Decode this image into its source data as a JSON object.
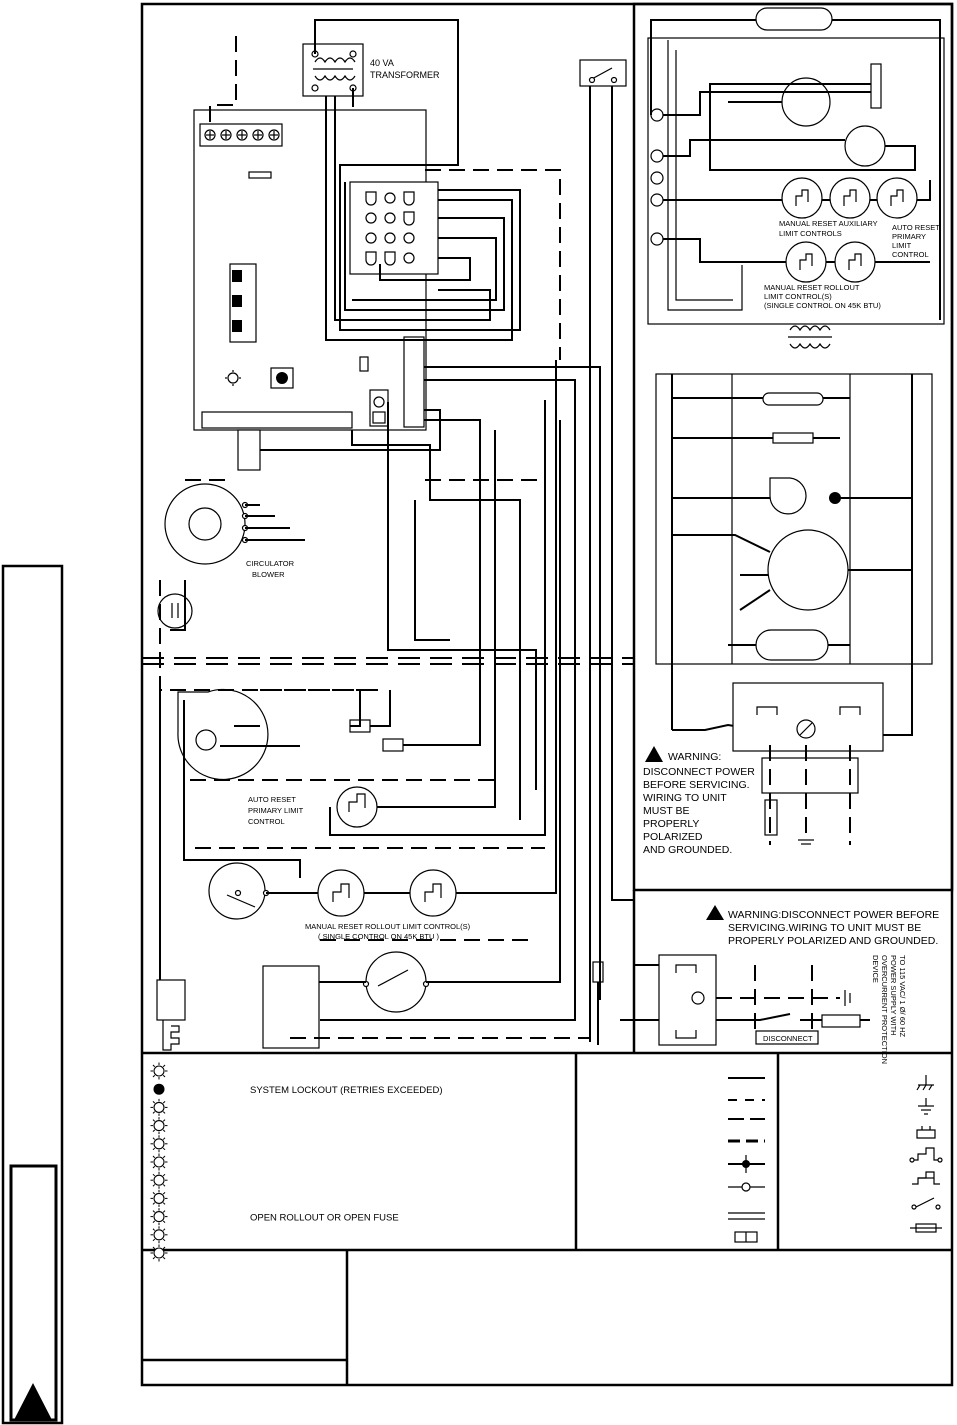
{
  "colors": {
    "ink": "#000000",
    "paper": "#ffffff"
  },
  "labels": {
    "transformer": [
      "40 VA",
      "TRANSFORMER"
    ],
    "circulator_blower": [
      "CIRCULATOR",
      "BLOWER"
    ],
    "auto_reset_primary_limit": [
      "AUTO RESET",
      "PRIMARY LIMIT",
      "CONTROL"
    ],
    "manual_reset_rollout": [
      "MANUAL RESET ROLLOUT LIMIT CONTROL(S)",
      "( SINGLE CONTROL ON 45K BTU )"
    ],
    "ladder_manual_reset_aux": [
      "MANUAL RESET AUXILIARY",
      "LIMIT CONTROLS"
    ],
    "ladder_auto_reset_primary": [
      "AUTO RESET",
      "PRIMARY",
      "LIMIT",
      "CONTROL"
    ],
    "ladder_manual_reset_rollout": [
      "MANUAL RESET ROLLOUT",
      "LIMIT CONTROL(S)",
      "(SINGLE CONTROL ON 45K BTU)"
    ],
    "warning_ladder": [
      "WARNING:",
      "DISCONNECT POWER",
      "BEFORE SERVICING.",
      "WIRING TO UNIT",
      "MUST BE",
      "PROPERLY",
      "POLARIZED",
      "AND GROUNDED."
    ],
    "warning_power": [
      "WARNING:DISCONNECT POWER BEFORE",
      "SERVICING.WIRING TO UNIT MUST BE",
      "PROPERLY POLARIZED AND GROUNDED."
    ],
    "power_supply": [
      "TO 115 VAC/ 1 Ø/ 60 HZ",
      "POWER SUPPLY WITH",
      "OVERCURRENT PROTECTION",
      "DEVICE"
    ],
    "disconnect": "DISCONNECT"
  },
  "diagnostic_codes": [
    {
      "led": "blinking",
      "text": ""
    },
    {
      "led": "solid",
      "text": "SYSTEM LOCKOUT (RETRIES EXCEEDED)"
    },
    {
      "led": "blinking",
      "text": ""
    },
    {
      "led": "blinking",
      "text": ""
    },
    {
      "led": "blinking",
      "text": ""
    },
    {
      "led": "blinking",
      "text": ""
    },
    {
      "led": "blinking",
      "text": ""
    },
    {
      "led": "blinking",
      "text": ""
    },
    {
      "led": "blinking",
      "text": "OPEN ROLLOUT OR OPEN FUSE"
    },
    {
      "led": "blinking",
      "text": ""
    },
    {
      "led": "blinking",
      "text": ""
    }
  ],
  "wire_legend": [
    "solid-line",
    "dashed-short",
    "dashed-long",
    "junction",
    "terminal",
    "double-line",
    "plug"
  ],
  "symbol_legend": [
    "chassis-ground-icon",
    "earth-ground-icon",
    "plug-connector-icon",
    "limit-switch-icon",
    "thermal-switch-icon",
    "pressure-switch-icon",
    "fuse-icon"
  ]
}
